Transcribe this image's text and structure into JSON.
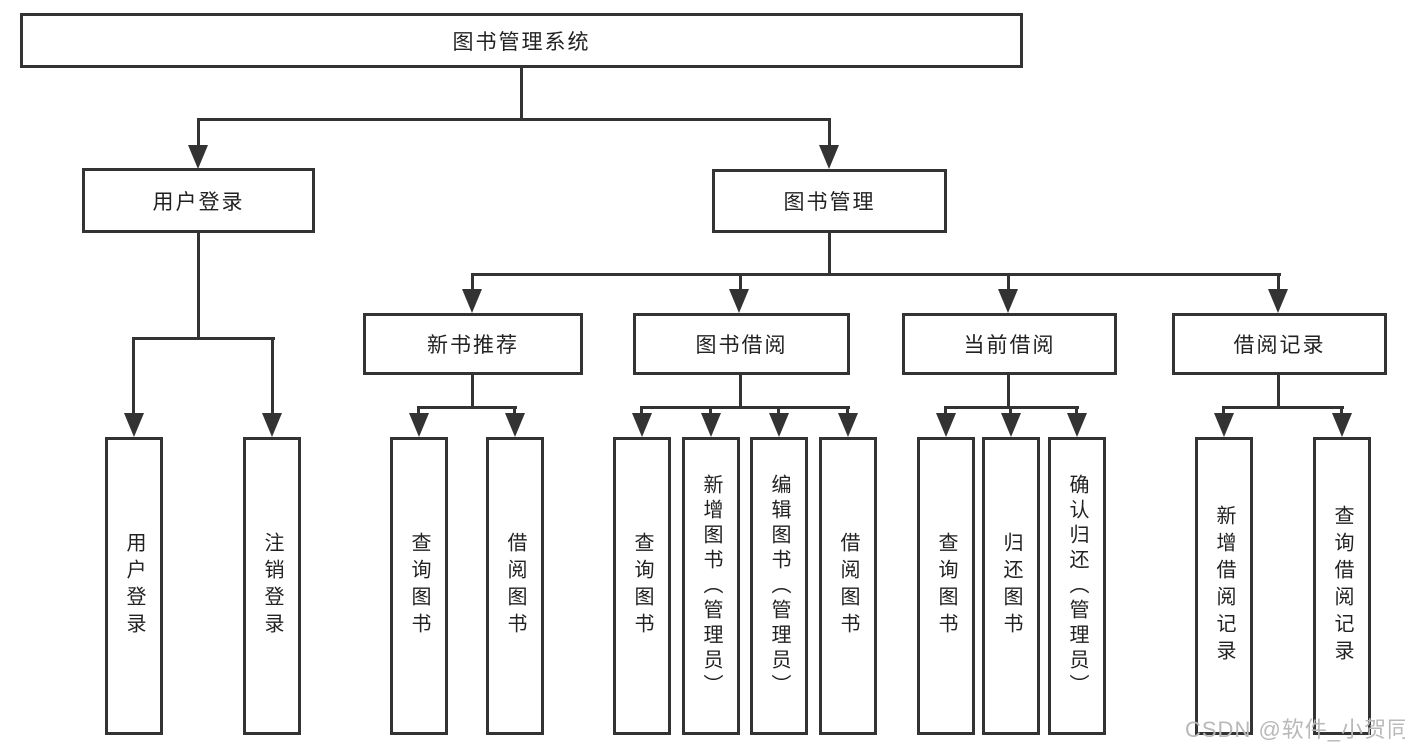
{
  "tree": {
    "root": "图书管理系统",
    "branches": [
      {
        "label": "用户登录",
        "children": [
          "用户登录",
          "注销登录"
        ]
      },
      {
        "label": "图书管理",
        "groups": [
          {
            "label": "新书推荐",
            "children": [
              "查询图书",
              "借阅图书"
            ]
          },
          {
            "label": "图书借阅",
            "children": [
              "查询图书",
              "新增图书（管理员）",
              "编辑图书（管理员）",
              "借阅图书"
            ]
          },
          {
            "label": "当前借阅",
            "children": [
              "查询图书",
              "归还图书",
              "确认归还（管理员）"
            ]
          },
          {
            "label": "借阅记录",
            "children": [
              "新增借阅记录",
              "查询借阅记录"
            ]
          }
        ]
      }
    ]
  },
  "watermark": {
    "text": "CSDN @软件_小贺同学"
  },
  "colors": {
    "line": "#333333",
    "text": "#222222",
    "watermark": "#b9b9b9",
    "background": "#ffffff"
  }
}
